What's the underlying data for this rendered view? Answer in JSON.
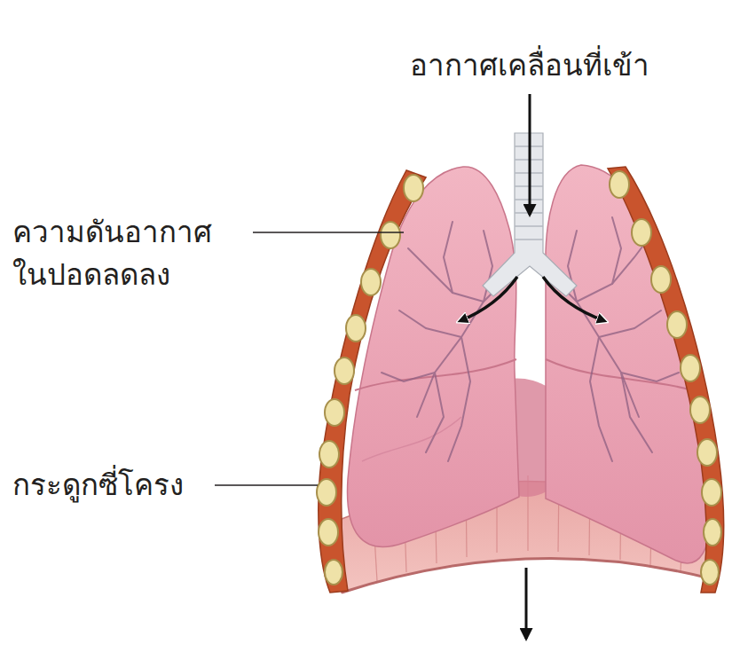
{
  "diagram": {
    "labels": [
      "อากาศเคลื่อนที่เข้า",
      "ความดันอากาศ ในปอดลดลง",
      "กระดูกซี่โครง"
    ]
  }
}
